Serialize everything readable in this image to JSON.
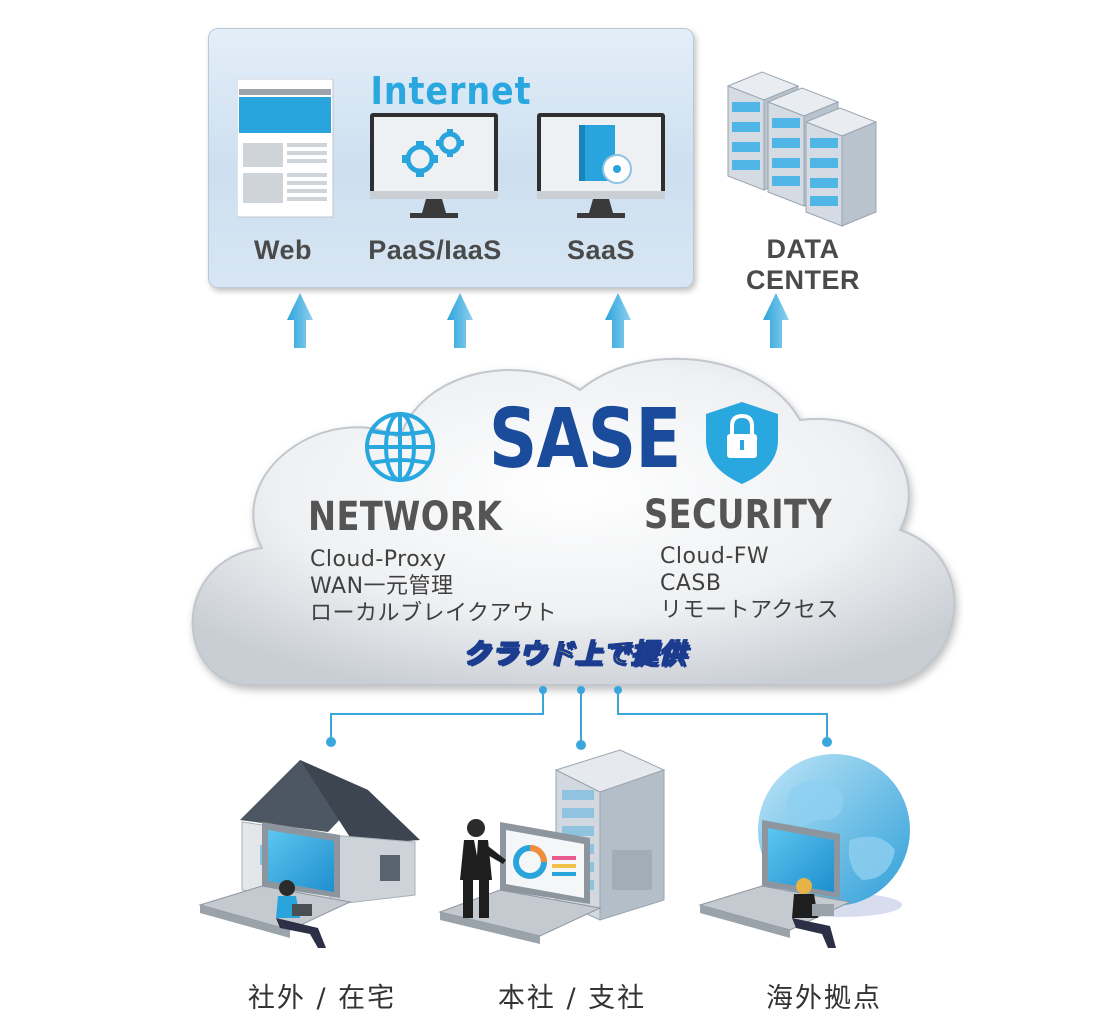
{
  "internet": {
    "title": "Internet",
    "services": [
      "Web",
      "PaaS/IaaS",
      "SaaS"
    ]
  },
  "datacenter": {
    "label": "DATA CENTER"
  },
  "sase": {
    "title": "SASE",
    "network": {
      "heading": "NETWORK",
      "features": [
        "Cloud-Proxy",
        "WAN一元管理",
        "ローカルブレイクアウト"
      ]
    },
    "security": {
      "heading": "SECURITY",
      "features": [
        "Cloud-FW",
        "CASB",
        "リモートアクセス"
      ]
    },
    "tagline": "クラウド上で提供"
  },
  "sites": [
    "社外 / 在宅",
    "本社 / 支社",
    "海外拠点"
  ],
  "colors": {
    "accent_blue": "#29a7df",
    "sase_navy": "#1b4b9b",
    "tag_yellow": "#f5e94a",
    "heading_gray": "#555555"
  },
  "icons": [
    "web-page-icon",
    "gears-icon",
    "software-box-icon",
    "server-stack-icon",
    "globe-icon",
    "shield-lock-icon",
    "house-icon",
    "server-rack-icon",
    "earth-globe-icon"
  ]
}
